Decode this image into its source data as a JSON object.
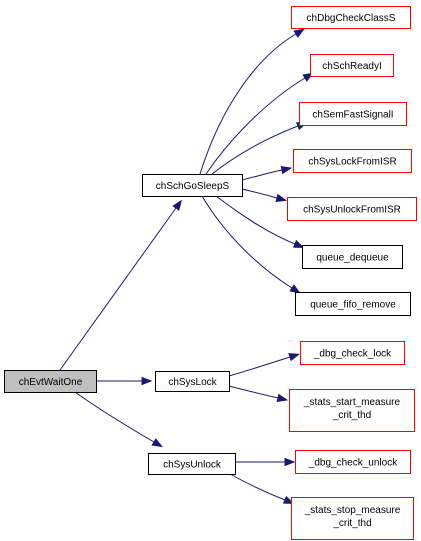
{
  "colors": {
    "edge": "#191970",
    "root_fill": "#bfbfbf",
    "root_border": "#000000",
    "red_border": "#ff0000",
    "black_border": "#000000",
    "node_fill": "#ffffff"
  },
  "nodes": {
    "root": {
      "label": "chEvtWaitOne",
      "style": "root"
    },
    "goSleep": {
      "label": "chSchGoSleepS",
      "style": "black"
    },
    "sysLock": {
      "label": "chSysLock",
      "style": "black"
    },
    "sysUnlock": {
      "label": "chSysUnlock",
      "style": "black"
    },
    "dbgCheckClass": {
      "label": "chDbgCheckClassS",
      "style": "red"
    },
    "schReady": {
      "label": "chSchReadyI",
      "style": "red"
    },
    "semFast": {
      "label": "chSemFastSignalI",
      "style": "red"
    },
    "sysLockISR": {
      "label": "chSysLockFromISR",
      "style": "red"
    },
    "sysUnlockISR": {
      "label": "chSysUnlockFromISR",
      "style": "red"
    },
    "qDequeue": {
      "label": "queue_dequeue",
      "style": "black"
    },
    "qFifoRemove": {
      "label": "queue_fifo_remove",
      "style": "black"
    },
    "dbgCheckLock": {
      "label": "_dbg_check_lock",
      "style": "red"
    },
    "statsStart": {
      "label_lines": [
        "_stats_start_measure",
        "_crit_thd"
      ],
      "style": "red"
    },
    "dbgCheckUnlock": {
      "label": "_dbg_check_unlock",
      "style": "red"
    },
    "statsStop": {
      "label_lines": [
        "_stats_stop_measure",
        "_crit_thd"
      ],
      "style": "red"
    }
  },
  "edges": [
    [
      "root",
      "goSleep"
    ],
    [
      "root",
      "sysLock"
    ],
    [
      "root",
      "sysUnlock"
    ],
    [
      "goSleep",
      "dbgCheckClass"
    ],
    [
      "goSleep",
      "schReady"
    ],
    [
      "goSleep",
      "semFast"
    ],
    [
      "goSleep",
      "sysLockISR"
    ],
    [
      "goSleep",
      "sysUnlockISR"
    ],
    [
      "goSleep",
      "qDequeue"
    ],
    [
      "goSleep",
      "qFifoRemove"
    ],
    [
      "sysLock",
      "dbgCheckLock"
    ],
    [
      "sysLock",
      "statsStart"
    ],
    [
      "sysUnlock",
      "dbgCheckUnlock"
    ],
    [
      "sysUnlock",
      "statsStop"
    ]
  ]
}
